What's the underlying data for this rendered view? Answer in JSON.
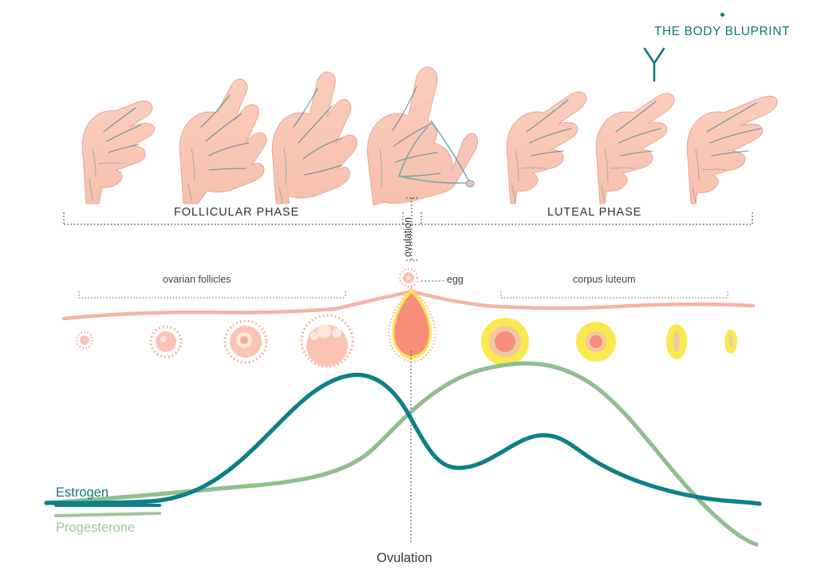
{
  "brand": {
    "name": "THE BODY BLUPRINT",
    "dot_icon": "dot-icon",
    "mark_icon": "y-mark-icon",
    "color": "#10787e"
  },
  "phases": {
    "follicular": {
      "label": "FOLLICULAR PHASE"
    },
    "ovulation_vertical": {
      "label": "ovulation"
    },
    "luteal": {
      "label": "LUTEAL PHASE"
    }
  },
  "ovary": {
    "follicles_label": "ovarian follicles",
    "egg_label": "egg",
    "corpus_luteum_label": "corpus luteum",
    "follicle_color": "#f9b4a4",
    "corpus_luteum_color": "#f8e43c",
    "lining_color": "#f3b4a6"
  },
  "hormones": {
    "estrogen_label": "Estrogen",
    "progesterone_label": "Progesterone",
    "ovulation_label": "Ovulation",
    "estrogen_color": "#0e8087",
    "progesterone_color": "#8fbf8f"
  },
  "chart_data": {
    "type": "line",
    "title": "Menstrual cycle hormone levels",
    "xlabel": "",
    "ylabel": "",
    "annotations": [
      "Ovulation"
    ],
    "x": [
      0,
      10,
      20,
      30,
      40,
      50,
      60,
      70,
      80,
      90,
      100
    ],
    "series": [
      {
        "name": "Estrogen",
        "color": "#0e8087",
        "values": [
          8,
          8,
          10,
          22,
          55,
          88,
          100,
          62,
          50,
          62,
          58,
          34,
          20,
          16
        ]
      },
      {
        "name": "Progesterone",
        "color": "#8fbf8f",
        "values": [
          2,
          4,
          6,
          9,
          14,
          22,
          38,
          70,
          92,
          96,
          86,
          60,
          20,
          2
        ]
      }
    ],
    "legend_position": "left",
    "grid": false
  }
}
